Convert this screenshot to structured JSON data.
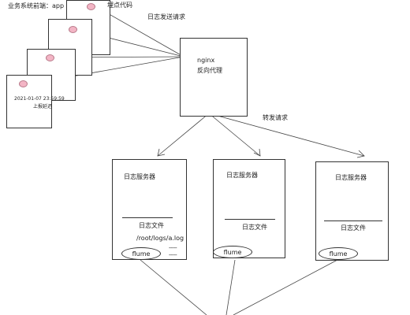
{
  "app_label": "业务系统前端：app",
  "tracking_label": "埋点代码",
  "send_request_label": "日志发送请求",
  "forward_label": "转发请求",
  "phone": {
    "timestamp": "2021-01-07 23:59:59",
    "delay_label": "上报延迟"
  },
  "nginx": {
    "title": "nginx",
    "subtitle": "反向代理"
  },
  "servers": [
    {
      "title": "日志服务器",
      "file_label": "日志文件",
      "path": "/root/logs/a.log",
      "dashes": "-----\n-----",
      "flume": "flume"
    },
    {
      "title": "日志服务器",
      "file_label": "日志文件",
      "flume": "flume"
    },
    {
      "title": "日志服务器",
      "file_label": "日志文件",
      "flume": "flume"
    }
  ],
  "colors": {
    "stroke": "#333333",
    "dot_fill": "#f3b5c5",
    "dot_stroke": "#b87a8a"
  }
}
